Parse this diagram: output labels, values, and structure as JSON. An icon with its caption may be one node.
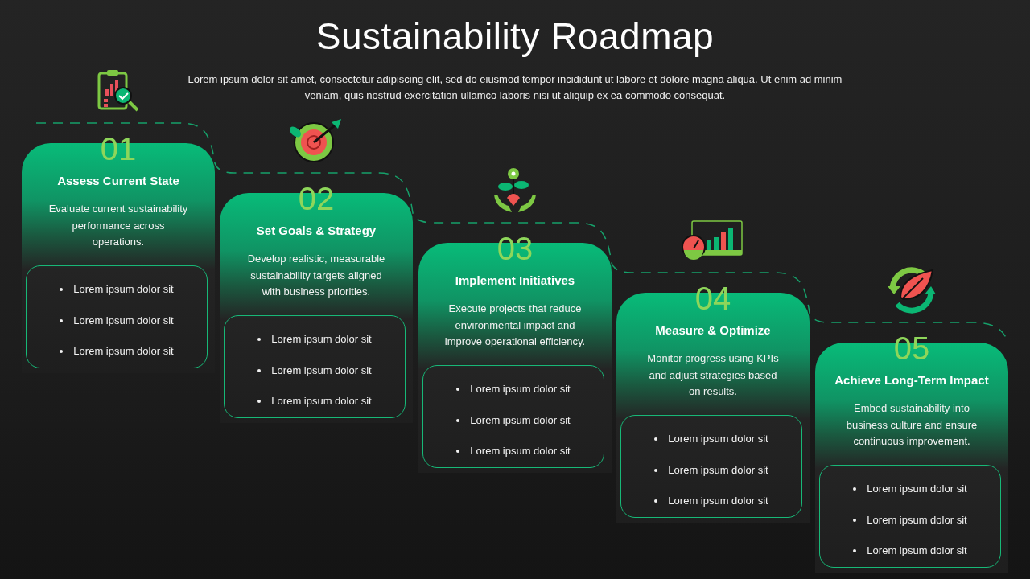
{
  "diagram": {
    "title": "Sustainability Roadmap",
    "nodes": [
      {
        "text": [
          "01",
          "Assess Current State",
          "Evaluate current sustainability performance across operations."
        ]
      },
      {
        "text": [
          "Lorem ipsum dolor sit",
          "Lorem ipsum dolor sit",
          "Lorem ipsum dolor sit"
        ],
        "in": 0
      },
      {
        "text": [
          "02",
          "Set Goals & Strategy",
          "Develop realistic, measurable sustainability targets aligned with business priorities."
        ]
      },
      {
        "text": [
          "Lorem ipsum dolor sit",
          "Lorem ipsum dolor sit",
          "Lorem ipsum dolor sit"
        ],
        "in": 2
      },
      {
        "text": [
          "03",
          "Implement Initiatives",
          "Execute projects that reduce environmental impact and improve operational efficiency."
        ]
      },
      {
        "text": [
          "Lorem ipsum dolor sit",
          "Lorem ipsum dolor sit",
          "Lorem ipsum dolor sit"
        ],
        "in": 4
      },
      {
        "text": [
          "04",
          "Measure & Optimize",
          "Monitor progress using KPIs and adjust strategies based on results."
        ]
      },
      {
        "text": [
          "Lorem ipsum dolor sit",
          "Lorem ipsum dolor sit",
          "Lorem ipsum dolor sit"
        ],
        "in": 6
      },
      {
        "text": [
          "05",
          "Achieve Long-Term Impact",
          "Embed sustainability into business culture and ensure continuous improvement."
        ]
      },
      {
        "text": [
          "Lorem ipsum dolor sit",
          "Lorem ipsum dolor sit",
          "Lorem ipsum dolor sit"
        ],
        "in": 8
      }
    ],
    "labels": [
      "Lorem ipsum dolor sit amet, consectetur adipiscing elit, sed do eiusmod tempor incididunt ut labore et dolore magna aliqua. Ut enim ad minim veniam, quis nostrud exercitation ullamco laboris nisi ut aliquip ex ea commodo consequat."
    ]
  }
}
